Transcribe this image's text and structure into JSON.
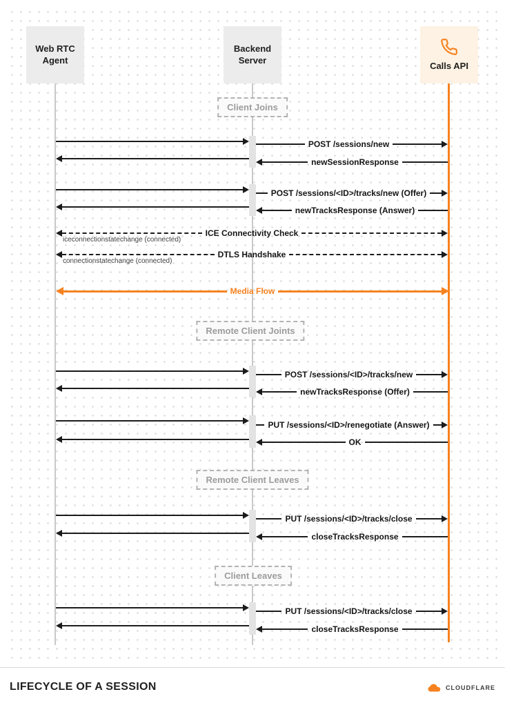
{
  "actors": {
    "webrtc": "Web RTC Agent",
    "backend": "Backend Server",
    "calls": "Calls API"
  },
  "groups": {
    "client_joins": "Client Joins",
    "remote_client_joins": "Remote Client Joints",
    "remote_client_leaves": "Remote Client Leaves",
    "client_leaves": "Client Leaves"
  },
  "messages": {
    "post_sessions_new": "POST /sessions/new",
    "new_session_response": "newSessionResponse",
    "post_tracks_new_offer": "POST /sessions/<ID>/tracks/new (Offer)",
    "new_tracks_response_answer": "newTracksResponse (Answer)",
    "ice_connectivity_check": "ICE Connectivity Check",
    "dtls_handshake": "DTLS Handshake",
    "media_flow": "Media Flow",
    "post_tracks_new": "POST /sessions/<ID>/tracks/new",
    "new_tracks_response_offer": "newTracksResponse (Offer)",
    "put_renegotiate_answer": "PUT /sessions/<ID>/renegotiate (Answer)",
    "ok": "OK",
    "put_tracks_close_1": "PUT /sessions/<ID>/tracks/close",
    "close_tracks_response_1": "closeTracksResponse",
    "put_tracks_close_2": "PUT /sessions/<ID>/tracks/close",
    "close_tracks_response_2": "closeTracksResponse"
  },
  "notes": {
    "ice_state": "iceconnectionstatechange (connected)",
    "connection_state": "connectionstatechange (connected)"
  },
  "footer": {
    "title": "LIFECYCLE OF A SESSION",
    "brand": "CLOUDFLARE"
  },
  "colors": {
    "accent": "#f6821f",
    "arrow": "#1b1b1b",
    "lifeline": "#c8c8c8"
  }
}
